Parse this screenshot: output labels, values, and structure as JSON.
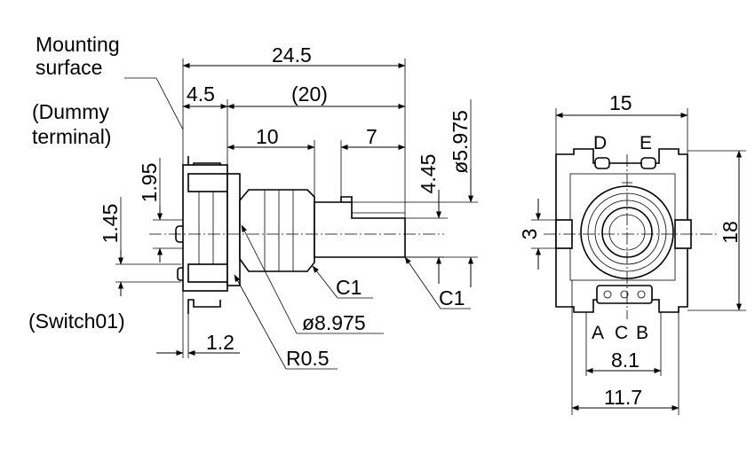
{
  "side_view": {
    "mounting_surface_line1": "Mounting",
    "mounting_surface_line2": "surface",
    "dummy_terminal_line1": "(Dummy",
    "dummy_terminal_line2": "terminal)",
    "switch_label": "(Switch01)",
    "dim_total_length": "24.5",
    "dim_mount_offset": "4.5",
    "dim_shaft_length": "(20)",
    "dim_bushing": "10",
    "dim_flat": "7",
    "dim_pin_pitch_upper": "1.95",
    "dim_pin_pitch_lower": "1.45",
    "dim_flat_height": "4.45",
    "dim_shaft_dia": "ø5.975",
    "dim_chamfer_1": "C1",
    "dim_chamfer_2": "C1",
    "dim_bushing_dia": "ø8.975",
    "dim_pin_width": "1.2",
    "dim_radius": "R0.5"
  },
  "front_view": {
    "dim_width": "15",
    "dim_height": "18",
    "dim_offset": "3",
    "dim_terminal_pitch": "8.1",
    "dim_base_width": "11.7",
    "terminal_d": "D",
    "terminal_e": "E",
    "terminal_a": "A",
    "terminal_c": "C",
    "terminal_b": "B"
  }
}
